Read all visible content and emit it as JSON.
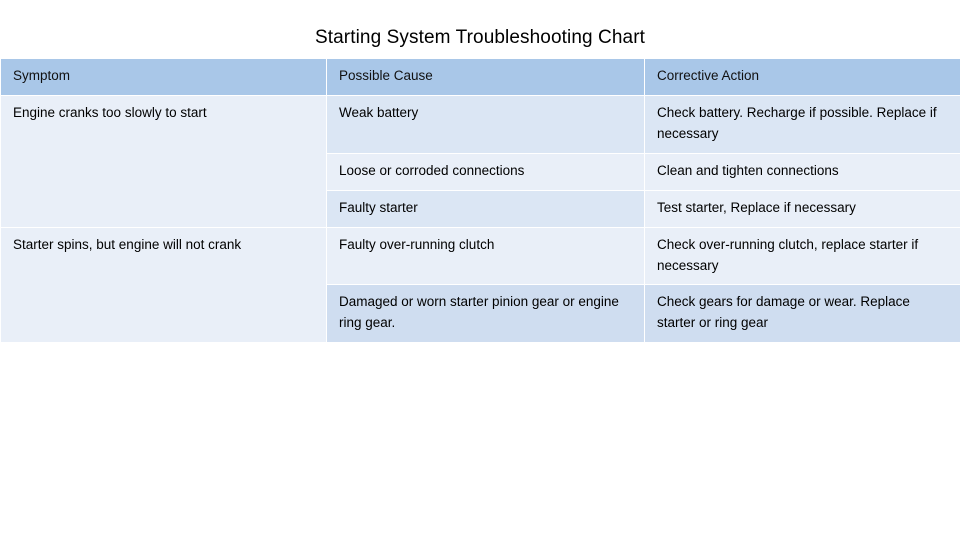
{
  "slide": {
    "title": "Starting System Troubleshooting Chart"
  },
  "table": {
    "headers": [
      "Symptom",
      "Possible Cause",
      "Corrective Action"
    ],
    "rows": [
      {
        "symptom": "Engine cranks too slowly to start",
        "cause": "Weak battery",
        "action": "Check battery. Recharge if possible. Replace if necessary"
      },
      {
        "symptom": "",
        "cause": "Loose or corroded connections",
        "action": "Clean and tighten connections"
      },
      {
        "symptom": "",
        "cause": "Faulty starter",
        "action": "Test starter, Replace if necessary"
      },
      {
        "symptom": "Starter spins, but engine will not crank",
        "cause": "Faulty over-running clutch",
        "action": "Check over-running clutch, replace starter if necessary"
      },
      {
        "symptom": "",
        "cause": "Damaged or worn starter pinion gear or engine ring gear.",
        "action": "Check gears for damage or wear. Replace starter or ring gear"
      }
    ]
  }
}
